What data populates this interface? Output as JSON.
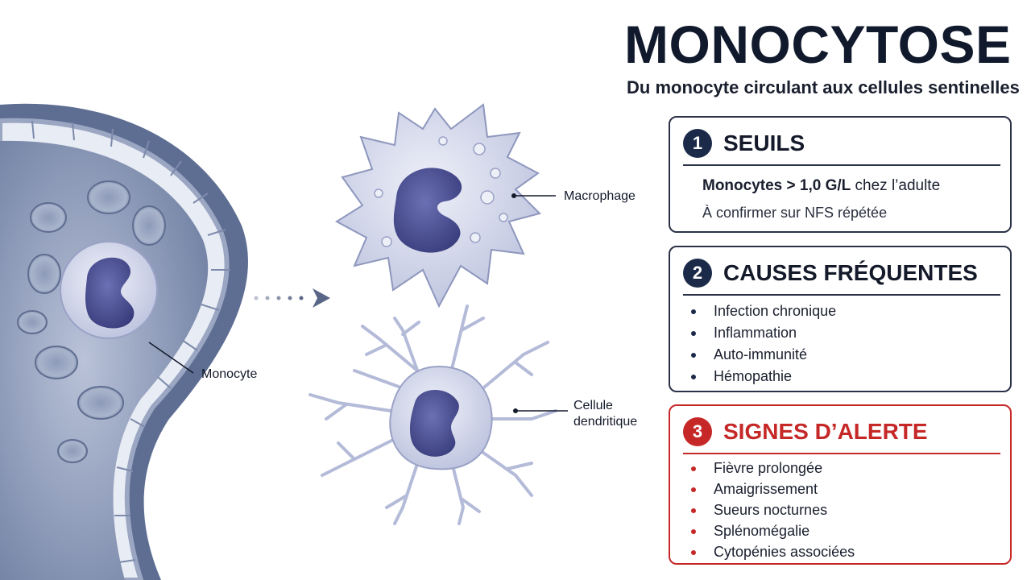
{
  "header": {
    "title": "MONOCYTOSE",
    "subtitle": "Du monocyte circulant aux cellules sentinelles"
  },
  "illustration": {
    "labels": {
      "monocyte": "Monocyte",
      "macrophage": "Macrophage",
      "dendritic_line1": "Cellule",
      "dendritic_line2": "dendritique"
    }
  },
  "cards": {
    "seuils": {
      "number": "1",
      "title": "SEUILS",
      "line1_strong": "Monocytes > 1,0 G/L",
      "line1_rest": " chez l’adulte",
      "line2": "À confirmer sur NFS répétée"
    },
    "causes": {
      "number": "2",
      "title": "CAUSES FRÉQUENTES",
      "items": [
        "Infection chronique",
        "Inflammation",
        "Auto-immunité",
        "Hémopathie"
      ]
    },
    "alerte": {
      "number": "3",
      "title": "SIGNES D’ALERTE",
      "items": [
        "Fièvre prolongée",
        "Amaigrissement",
        "Sueurs nocturnes",
        "Splénomégalie",
        "Cytopénies associées"
      ]
    }
  },
  "colors": {
    "navy": "#1c2a4a",
    "alert_red": "#c62828",
    "nucleus": "#4a4f93",
    "cell_body": "#d5d9ec"
  }
}
